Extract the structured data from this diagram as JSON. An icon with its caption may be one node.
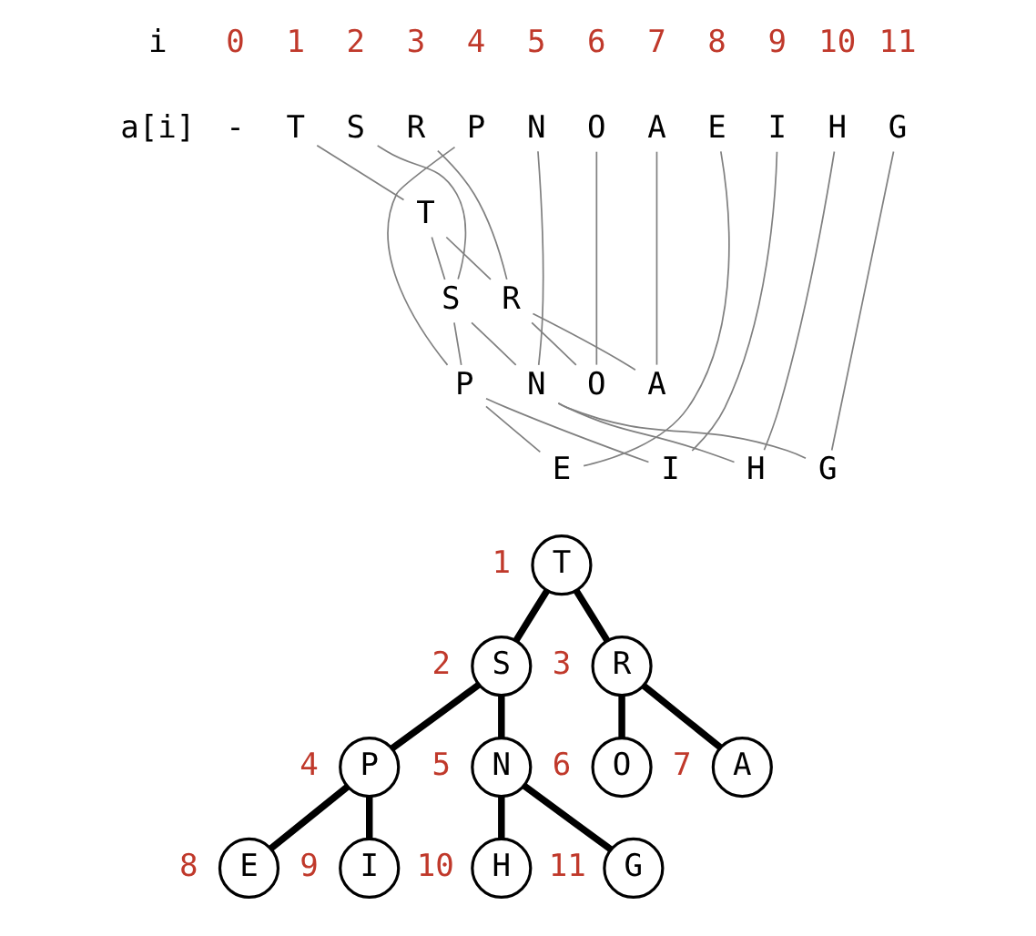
{
  "diagram": {
    "nodes": [
      {
        "text": [
          "T"
        ]
      },
      {
        "text": [
          "S"
        ]
      },
      {
        "text": [
          "R"
        ]
      },
      {
        "text": [
          "P"
        ]
      },
      {
        "text": [
          "N"
        ]
      },
      {
        "text": [
          "O"
        ]
      },
      {
        "text": [
          "A"
        ]
      },
      {
        "text": [
          "E"
        ]
      },
      {
        "text": [
          "I"
        ]
      },
      {
        "text": [
          "H"
        ]
      },
      {
        "text": [
          "G"
        ]
      },
      {
        "text": [
          "T"
        ]
      },
      {
        "text": [
          "S"
        ]
      },
      {
        "text": [
          "R"
        ]
      },
      {
        "text": [
          "P"
        ]
      },
      {
        "text": [
          "N"
        ]
      },
      {
        "text": [
          "O"
        ]
      },
      {
        "text": [
          "A"
        ]
      },
      {
        "text": [
          "E"
        ]
      },
      {
        "text": [
          "I"
        ]
      },
      {
        "text": [
          "H"
        ]
      },
      {
        "text": [
          "G"
        ]
      },
      {
        "text": [
          "T"
        ],
        "beside": [
          "1"
        ]
      },
      {
        "text": [
          "S"
        ],
        "beside": [
          "2"
        ]
      },
      {
        "text": [
          "R"
        ],
        "beside": [
          "3"
        ]
      },
      {
        "text": [
          "P"
        ],
        "beside": [
          "4"
        ]
      },
      {
        "text": [
          "N"
        ],
        "beside": [
          "5"
        ]
      },
      {
        "text": [
          "O"
        ],
        "beside": [
          "6"
        ]
      },
      {
        "text": [
          "A"
        ],
        "beside": [
          "7"
        ]
      },
      {
        "text": [
          "E"
        ],
        "beside": [
          "8"
        ]
      },
      {
        "text": [
          "I"
        ],
        "beside": [
          "9"
        ]
      },
      {
        "text": [
          "H"
        ],
        "beside": [
          "10"
        ]
      },
      {
        "text": [
          "G"
        ],
        "beside": [
          "11"
        ]
      }
    ],
    "edges": [
      {
        "from": 0,
        "to": 11,
        "arrow": "none"
      },
      {
        "from": 1,
        "to": 12,
        "arrow": "none"
      },
      {
        "from": 2,
        "to": 13,
        "arrow": "none"
      },
      {
        "from": 3,
        "to": 14,
        "arrow": "none"
      },
      {
        "from": 4,
        "to": 15,
        "arrow": "none"
      },
      {
        "from": 5,
        "to": 16,
        "arrow": "none"
      },
      {
        "from": 6,
        "to": 17,
        "arrow": "none"
      },
      {
        "from": 7,
        "to": 18,
        "arrow": "none"
      },
      {
        "from": 8,
        "to": 19,
        "arrow": "none"
      },
      {
        "from": 9,
        "to": 20,
        "arrow": "none"
      },
      {
        "from": 10,
        "to": 21,
        "arrow": "none"
      },
      {
        "from": 11,
        "to": 12,
        "arrow": "none"
      },
      {
        "from": 11,
        "to": 13,
        "arrow": "none"
      },
      {
        "from": 12,
        "to": 14,
        "arrow": "none"
      },
      {
        "from": 12,
        "to": 15,
        "arrow": "none"
      },
      {
        "from": 13,
        "to": 16,
        "arrow": "none"
      },
      {
        "from": 13,
        "to": 17,
        "arrow": "none"
      },
      {
        "from": 14,
        "to": 18,
        "arrow": "none"
      },
      {
        "from": 14,
        "to": 19,
        "arrow": "none"
      },
      {
        "from": 15,
        "to": 20,
        "arrow": "none"
      },
      {
        "from": 15,
        "to": 21,
        "arrow": "none"
      },
      {
        "from": 22,
        "to": 23,
        "arrow": "none",
        "style": "thick",
        "color": "#000000"
      },
      {
        "from": 22,
        "to": 24,
        "arrow": "none",
        "style": "thick",
        "color": "#000000"
      },
      {
        "from": 23,
        "to": 25,
        "arrow": "none",
        "style": "thick",
        "color": "#000000"
      },
      {
        "from": 23,
        "to": 26,
        "arrow": "none",
        "style": "thick",
        "color": "#000000"
      },
      {
        "from": 24,
        "to": 27,
        "arrow": "none",
        "style": "thick",
        "color": "#000000"
      },
      {
        "from": 24,
        "to": 28,
        "arrow": "none",
        "style": "thick",
        "color": "#000000"
      },
      {
        "from": 25,
        "to": 29,
        "arrow": "none",
        "style": "thick",
        "color": "#000000"
      },
      {
        "from": 25,
        "to": 30,
        "arrow": "none",
        "style": "thick",
        "color": "#000000"
      },
      {
        "from": 26,
        "to": 31,
        "arrow": "none",
        "style": "thick",
        "color": "#000000"
      },
      {
        "from": 26,
        "to": 32,
        "arrow": "none",
        "style": "thick",
        "color": "#000000"
      }
    ],
    "labels": [
      "i",
      "0",
      "1",
      "2",
      "3",
      "4",
      "5",
      "6",
      "7",
      "8",
      "9",
      "10",
      "11",
      "a[i]",
      "-"
    ]
  }
}
